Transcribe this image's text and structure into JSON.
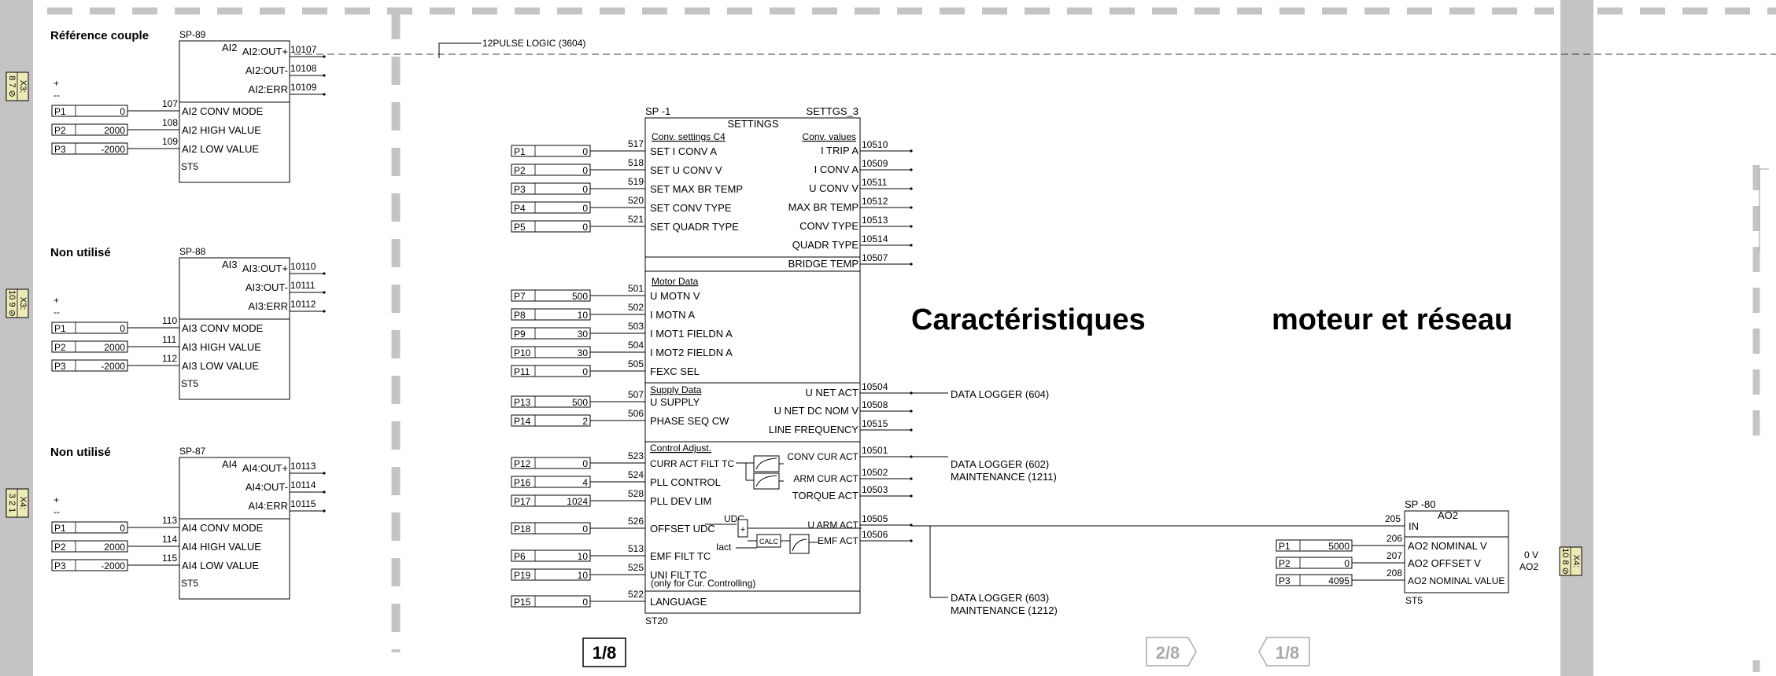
{
  "logic_ref": "12PULSE LOGIC (3604)",
  "headline": {
    "left": "Caractéristiques",
    "right": "moteur et réseau"
  },
  "pages": {
    "current": "1/8",
    "next": "2/8",
    "prev": "1/8"
  },
  "terminals": {
    "x3_top": {
      "name": "X3:",
      "pins": "8 7 ⊘"
    },
    "x3_mid": {
      "name": "X3:",
      "pins": "10 9 ⊘"
    },
    "x4_low": {
      "name": "X4:",
      "pins": "3 2 1"
    },
    "x4_out": {
      "name": "X4:",
      "pins": "10 8 ⊘"
    }
  },
  "ai_blocks": [
    {
      "heading": "Référence couple",
      "sp": "SP-89",
      "name": "AI2",
      "outs": [
        {
          "label": "AI2:OUT+",
          "num": "10107"
        },
        {
          "label": "AI2:OUT-",
          "num": "10108"
        },
        {
          "label": "AI2:ERR",
          "num": "10109"
        }
      ],
      "inputs": [
        {
          "p": "P1",
          "val": "0",
          "num": "107",
          "label": "AI2 CONV MODE"
        },
        {
          "p": "P2",
          "val": "2000",
          "num": "108",
          "label": "AI2 HIGH VALUE"
        },
        {
          "p": "P3",
          "val": "-2000",
          "num": "109",
          "label": "AI2 LOW VALUE"
        }
      ],
      "st": "ST5",
      "plus": "+",
      "minus": "--"
    },
    {
      "heading": "Non utilisé",
      "sp": "SP-88",
      "name": "AI3",
      "outs": [
        {
          "label": "AI3:OUT+",
          "num": "10110"
        },
        {
          "label": "AI3:OUT-",
          "num": "10111"
        },
        {
          "label": "AI3:ERR",
          "num": "10112"
        }
      ],
      "inputs": [
        {
          "p": "P1",
          "val": "0",
          "num": "110",
          "label": "AI3 CONV MODE"
        },
        {
          "p": "P2",
          "val": "2000",
          "num": "111",
          "label": "AI3 HIGH VALUE"
        },
        {
          "p": "P3",
          "val": "-2000",
          "num": "112",
          "label": "AI3 LOW VALUE"
        }
      ],
      "st": "ST5",
      "plus": "+",
      "minus": "--"
    },
    {
      "heading": "Non utilisé",
      "sp": "SP-87",
      "name": "AI4",
      "outs": [
        {
          "label": "AI4:OUT+",
          "num": "10113"
        },
        {
          "label": "AI4:OUT-",
          "num": "10114"
        },
        {
          "label": "AI4:ERR",
          "num": "10115"
        }
      ],
      "inputs": [
        {
          "p": "P1",
          "val": "0",
          "num": "113",
          "label": "AI4 CONV MODE"
        },
        {
          "p": "P2",
          "val": "2000",
          "num": "114",
          "label": "AI4 HIGH VALUE"
        },
        {
          "p": "P3",
          "val": "-2000",
          "num": "115",
          "label": "AI4 LOW VALUE"
        }
      ],
      "st": "ST5",
      "plus": "+",
      "minus": "--"
    }
  ],
  "settings": {
    "sp": "SP -1",
    "code": "SETTGS_3",
    "title": "SETTINGS",
    "st": "ST20",
    "conv_settings": "Conv. settings C4",
    "conv_values": "Conv. values",
    "motor_data": "Motor Data",
    "supply_data": "Supply Data",
    "control_adjust": "Control Adjust.",
    "inputs": [
      {
        "p": "P1",
        "val": "0",
        "num": "517",
        "label": "SET I CONV A"
      },
      {
        "p": "P2",
        "val": "0",
        "num": "518",
        "label": "SET U CONV V"
      },
      {
        "p": "P3",
        "val": "0",
        "num": "519",
        "label": "SET MAX BR TEMP"
      },
      {
        "p": "P4",
        "val": "0",
        "num": "520",
        "label": "SET CONV TYPE"
      },
      {
        "p": "P5",
        "val": "0",
        "num": "521",
        "label": "SET QUADR TYPE"
      },
      {
        "p": "P7",
        "val": "500",
        "num": "501",
        "label": "U MOTN V"
      },
      {
        "p": "P8",
        "val": "10",
        "num": "502",
        "label": "I MOTN A"
      },
      {
        "p": "P9",
        "val": "30",
        "num": "503",
        "label": "I MOT1 FIELDN A"
      },
      {
        "p": "P10",
        "val": "30",
        "num": "504",
        "label": "I MOT2 FIELDN A"
      },
      {
        "p": "P11",
        "val": "0",
        "num": "505",
        "label": "FEXC SEL"
      },
      {
        "p": "P13",
        "val": "500",
        "num": "507",
        "label": "U SUPPLY"
      },
      {
        "p": "P14",
        "val": "2",
        "num": "506",
        "label": "PHASE SEQ CW"
      },
      {
        "p": "P12",
        "val": "0",
        "num": "523",
        "label": "CURR ACT FILT TC"
      },
      {
        "p": "P16",
        "val": "4",
        "num": "524",
        "label": "PLL CONTROL"
      },
      {
        "p": "P17",
        "val": "1024",
        "num": "528",
        "label": "PLL DEV LIM"
      },
      {
        "p": "P18",
        "val": "0",
        "num": "526",
        "label": "OFFSET UDC"
      },
      {
        "p": "P6",
        "val": "10",
        "num": "513",
        "label": "EMF FILT TC"
      },
      {
        "p": "P19",
        "val": "10",
        "num": "525",
        "label": "UNI FILT TC"
      },
      {
        "p": "P15",
        "val": "0",
        "num": "522",
        "label": "LANGUAGE"
      }
    ],
    "uni_note": "(only for Cur. Controlling)",
    "outputs": [
      {
        "label": "I TRIP A",
        "num": "10510"
      },
      {
        "label": "I CONV A",
        "num": "10509"
      },
      {
        "label": "U CONV V",
        "num": "10511"
      },
      {
        "label": "MAX BR TEMP",
        "num": "10512"
      },
      {
        "label": "CONV TYPE",
        "num": "10513"
      },
      {
        "label": "QUADR TYPE",
        "num": "10514"
      },
      {
        "label": "BRIDGE TEMP",
        "num": "10507"
      },
      {
        "label": "U NET ACT",
        "num": "10504"
      },
      {
        "label": "U NET DC NOM V",
        "num": "10508"
      },
      {
        "label": "LINE FREQUENCY",
        "num": "10515"
      },
      {
        "label": "CONV CUR ACT",
        "num": "10501"
      },
      {
        "label": "ARM CUR ACT",
        "num": "10502"
      },
      {
        "label": "TORQUE ACT",
        "num": "10503"
      },
      {
        "label": "U ARM ACT",
        "num": "10505"
      },
      {
        "label": "EMF ACT",
        "num": "10506"
      }
    ],
    "udc": "UDC",
    "iact": "Iact",
    "calc": "CALC"
  },
  "loggers": {
    "dl604": "DATA LOGGER (604)",
    "dl602": "DATA LOGGER (602)",
    "mt1211": "MAINTENANCE (1211)",
    "dl603": "DATA LOGGER (603)",
    "mt1212": "MAINTENANCE (1212)"
  },
  "ao2": {
    "sp": "SP -80",
    "name": "AO2",
    "st": "ST5",
    "in_num": "205",
    "in_label": "IN",
    "inputs": [
      {
        "p": "P1",
        "val": "5000",
        "num": "206",
        "label": "AO2 NOMINAL V"
      },
      {
        "p": "P2",
        "val": "0",
        "num": "207",
        "label": "AO2 OFFSET V"
      },
      {
        "p": "P3",
        "val": "4095",
        "num": "208",
        "label": "AO2 NOMINAL VALUE"
      }
    ],
    "out_v": "0 V",
    "out_name": "AO2"
  }
}
